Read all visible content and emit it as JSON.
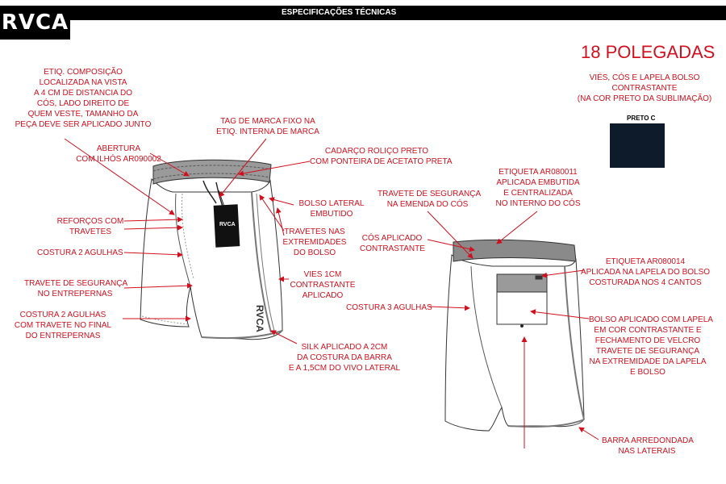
{
  "header": {
    "logo": "RVCA",
    "title": "ESPECIFICAÇÕES TÉCNICAS"
  },
  "size_title": "18 POLEGADAS",
  "contrast_note": [
    "VIÉS, CÓS E LAPELA BOLSO",
    "CONTRASTANTE",
    "(NA COR PRETO DA SUBLIMAÇÃO)"
  ],
  "swatch": {
    "name": "PRETO C",
    "color": "#0d1b2a"
  },
  "front_labels": {
    "composicao": [
      "ETIQ. COMPOSIÇÃO",
      "LOCALIZADA NA VISTA",
      "A 4 CM DE DISTANCIA DO",
      "CÓS, LADO DIREITO DE",
      "QUEM VESTE, TAMANHO DA",
      "PEÇA DEVE SER APLICADO JUNTO"
    ],
    "tag_marca": [
      "TAG DE MARCA FIXO NA",
      "ETIQ. INTERNA DE MARCA"
    ],
    "cadarco": [
      "CADARÇO ROLIÇO PRETO",
      "COM PONTEIRA DE ACETATO PRETA"
    ],
    "abertura": [
      "ABERTURA",
      "COM ILHÓS AR090002"
    ],
    "bolso_lateral": [
      "BOLSO LATERAL",
      "EMBUTIDO"
    ],
    "reforcos": [
      "REFORÇOS COM",
      "TRAVETES"
    ],
    "travetes_extremidades": [
      "TRAVETES NAS",
      "EXTREMIDADES",
      "DO BOLSO"
    ],
    "costura_2": [
      "COSTURA 2 AGULHAS"
    ],
    "vies": [
      "VIES 1CM",
      "CONTRASTANTE",
      "APLICADO"
    ],
    "travete_entrepernas": [
      "TRAVETE DE SEGURANÇA",
      "NO ENTREPERNAS"
    ],
    "costura_2_travete": [
      "COSTURA 2 AGULHAS",
      "COM TRAVETE NO FINAL",
      "DO ENTREPERNAS"
    ],
    "silk": [
      "SILK APLICADO A 2CM",
      "DA COSTURA DA BARRA",
      "E A 1,5CM DO VIVO LATERAL"
    ]
  },
  "back_labels": {
    "etiqueta_ar080011": [
      "ETIQUETA AR080011",
      "APLICADA EMBUTIDA",
      "E CENTRALIZADA",
      "NO INTERNO DO CÓS"
    ],
    "travete_cos": [
      "TRAVETE DE SEGURANÇA",
      "NA EMENDA DO CÓS"
    ],
    "cos_aplicado": [
      "CÓS APLICADO",
      "CONTRASTANTE"
    ],
    "etiqueta_ar080014": [
      "ETIQUETA AR080014",
      "APLICADA NA LAPELA DO BOLSO",
      "COSTURADA NOS 4 CANTOS"
    ],
    "costura_3": [
      "COSTURA 3 AGULHAS"
    ],
    "bolso_aplicado": [
      "BOLSO APLICADO COM LAPELA",
      "EM COR CONTRASTANTE E",
      "FECHAMENTO DE VELCRO",
      "TRAVETE DE SEGURANÇA",
      "NA EXTREMIDADE DA LAPELA",
      "E BOLSO"
    ],
    "barra": [
      "BARRA ARREDONDADA",
      "NAS LATERAIS"
    ]
  },
  "hangtag_text": "RVCA",
  "leg_print": "RVCA",
  "colors": {
    "annotation": "#d0101e",
    "band": "#8a8a8a",
    "outline": "#333333"
  }
}
